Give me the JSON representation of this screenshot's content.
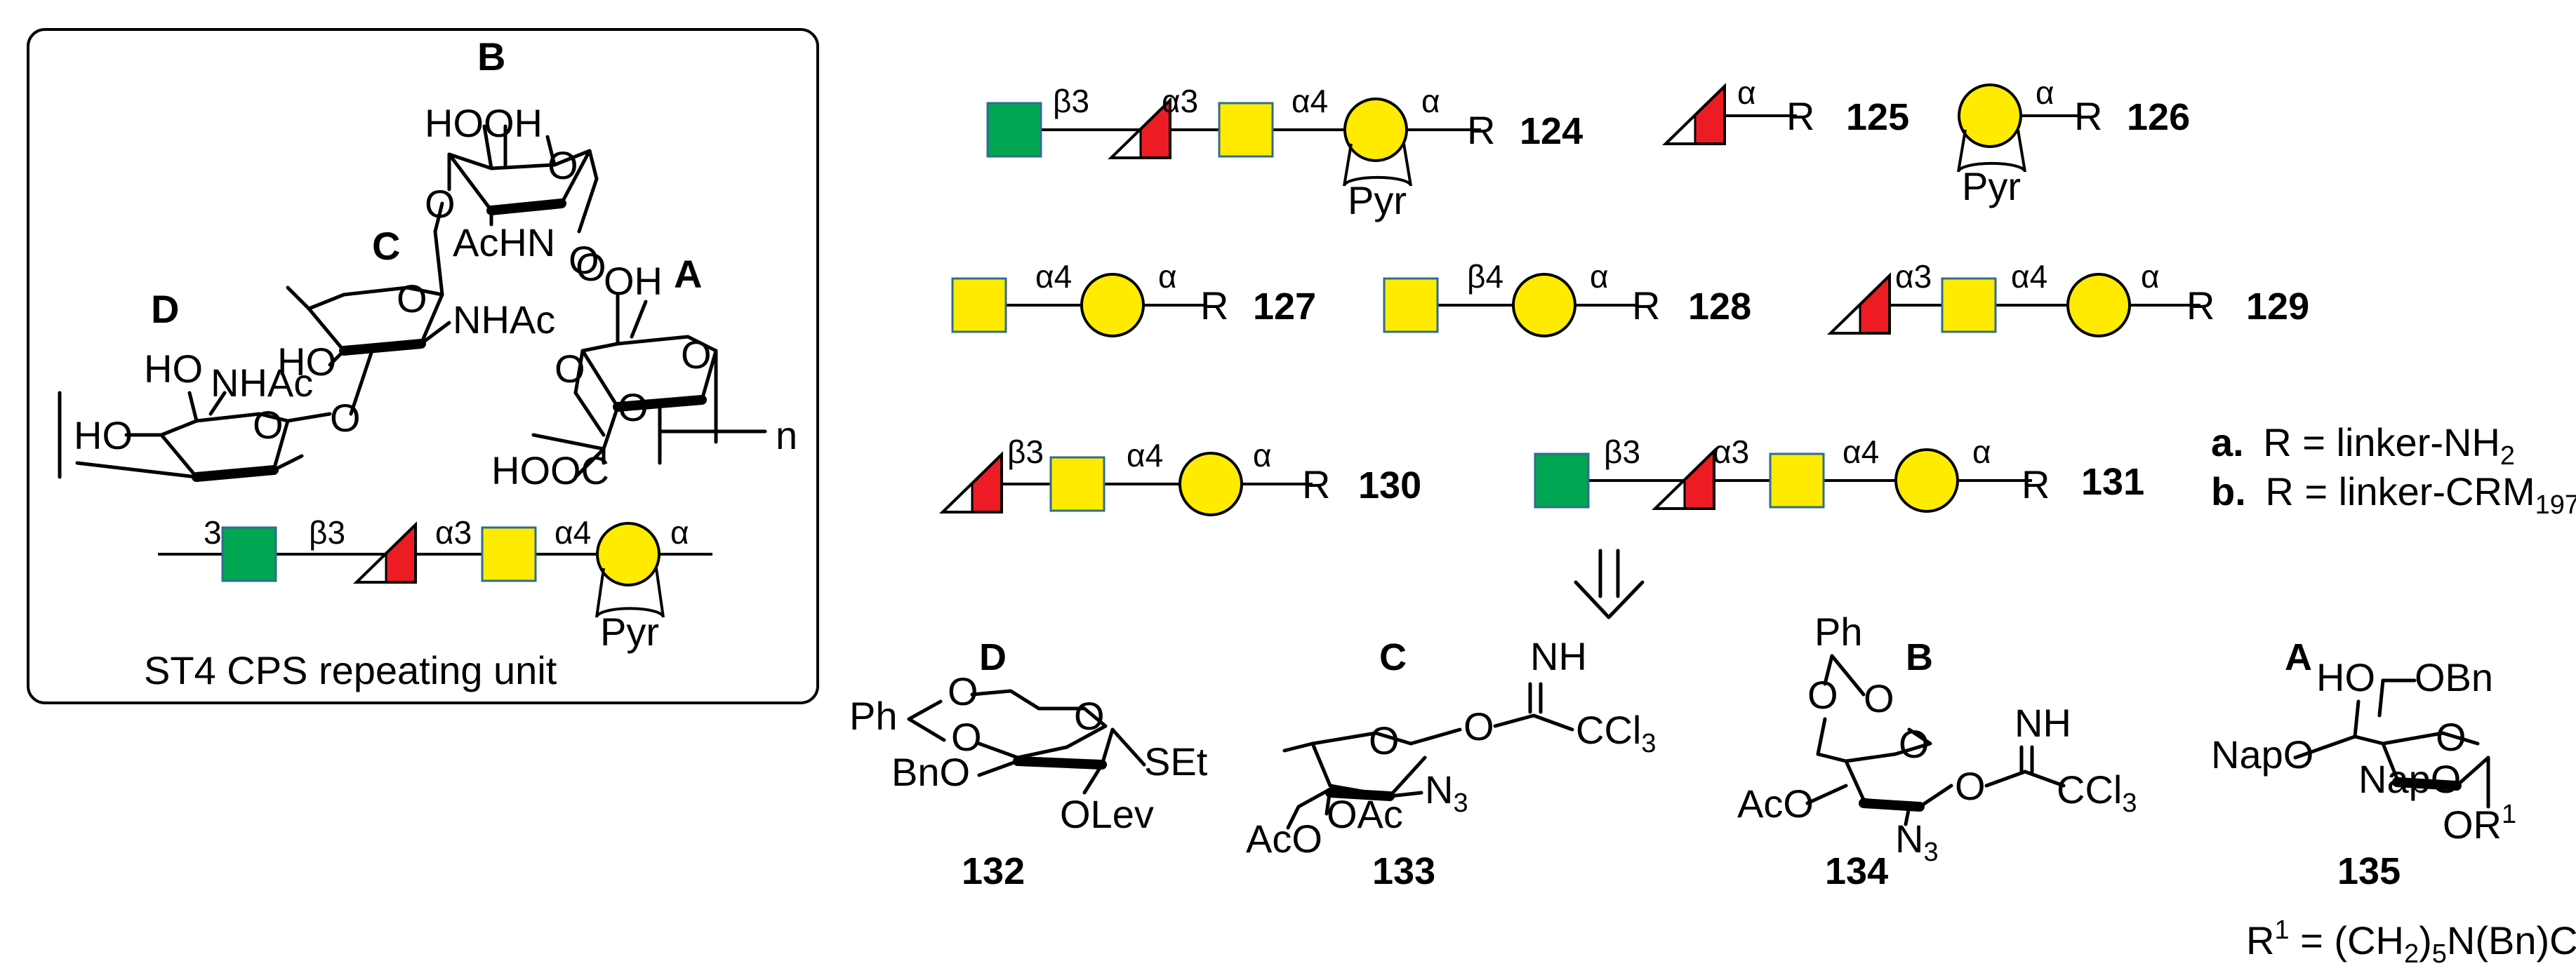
{
  "colors": {
    "green_square": "#00A651",
    "yellow": "#FFEB00",
    "red_triangle": "#ED1C24",
    "outline": "#000000",
    "square_outline": "#2E6E8E"
  },
  "panel": {
    "caption": "ST4 CPS repeating unit",
    "residue_labels": [
      "A",
      "B",
      "C",
      "D"
    ],
    "repeat_subscript": "n",
    "groups": {
      "hooh": "HOOH",
      "achn": "AcHN",
      "nhac": "NHAc",
      "nhac2": "NHAc",
      "ho1": "HO",
      "ho2": "HO",
      "ho3": "HO",
      "oh": "OH",
      "hooc": "HOOC"
    },
    "glycan": {
      "start": "3",
      "links": [
        "β3",
        "α3",
        "α4",
        "α"
      ],
      "pyr": "Pyr"
    }
  },
  "compounds": {
    "c124": {
      "number": "124",
      "links": [
        "β3",
        "α3",
        "α4",
        "α"
      ],
      "r": "R",
      "pyr": "Pyr"
    },
    "c125": {
      "number": "125",
      "links": [
        "α"
      ],
      "r": "R"
    },
    "c126": {
      "number": "126",
      "links": [
        "α"
      ],
      "r": "R",
      "pyr": "Pyr"
    },
    "c127": {
      "number": "127",
      "links": [
        "α4",
        "α"
      ],
      "r": "R"
    },
    "c128": {
      "number": "128",
      "links": [
        "β4",
        "α"
      ],
      "r": "R"
    },
    "c129": {
      "number": "129",
      "links": [
        "α3",
        "α4",
        "α"
      ],
      "r": "R"
    },
    "c130": {
      "number": "130",
      "links": [
        "β3",
        "α4",
        "α"
      ],
      "r": "R"
    },
    "c131": {
      "number": "131",
      "links": [
        "β3",
        "α3",
        "α4",
        "α"
      ],
      "r": "R"
    }
  },
  "r_definitions": {
    "a_key": "a.",
    "a_text": "R = linker-NH",
    "a_sub": "2",
    "b_key": "b.",
    "b_text": "R = linker-CRM",
    "b_sub": "197"
  },
  "building_blocks": {
    "b132": {
      "number": "132",
      "residue": "D",
      "ph": "Ph",
      "bno": "BnO",
      "olev": "OLev",
      "set": "SEt"
    },
    "b133": {
      "number": "133",
      "residue": "C",
      "nh": "NH",
      "ccl": "CCl",
      "ccl_sub": "3",
      "n": "N",
      "n_sub": "3",
      "aco": "AcO",
      "oac": "OAc"
    },
    "b134": {
      "number": "134",
      "residue": "B",
      "ph": "Ph",
      "nh": "NH",
      "ccl": "CCl",
      "ccl_sub": "3",
      "n": "N",
      "n_sub": "3",
      "aco": "AcO"
    },
    "b135": {
      "number": "135",
      "residue": "A",
      "ho": "HO",
      "obn": "OBn",
      "napo1": "NapO",
      "napo2": "NapO",
      "or": "OR",
      "or_sup": "1"
    }
  },
  "r1_definition": {
    "r": "R",
    "sup": "1",
    "eq": " = (CH",
    "sub": "2",
    "tail": ")",
    "sub2": "5",
    "rest": "N(Bn)Cbz"
  }
}
